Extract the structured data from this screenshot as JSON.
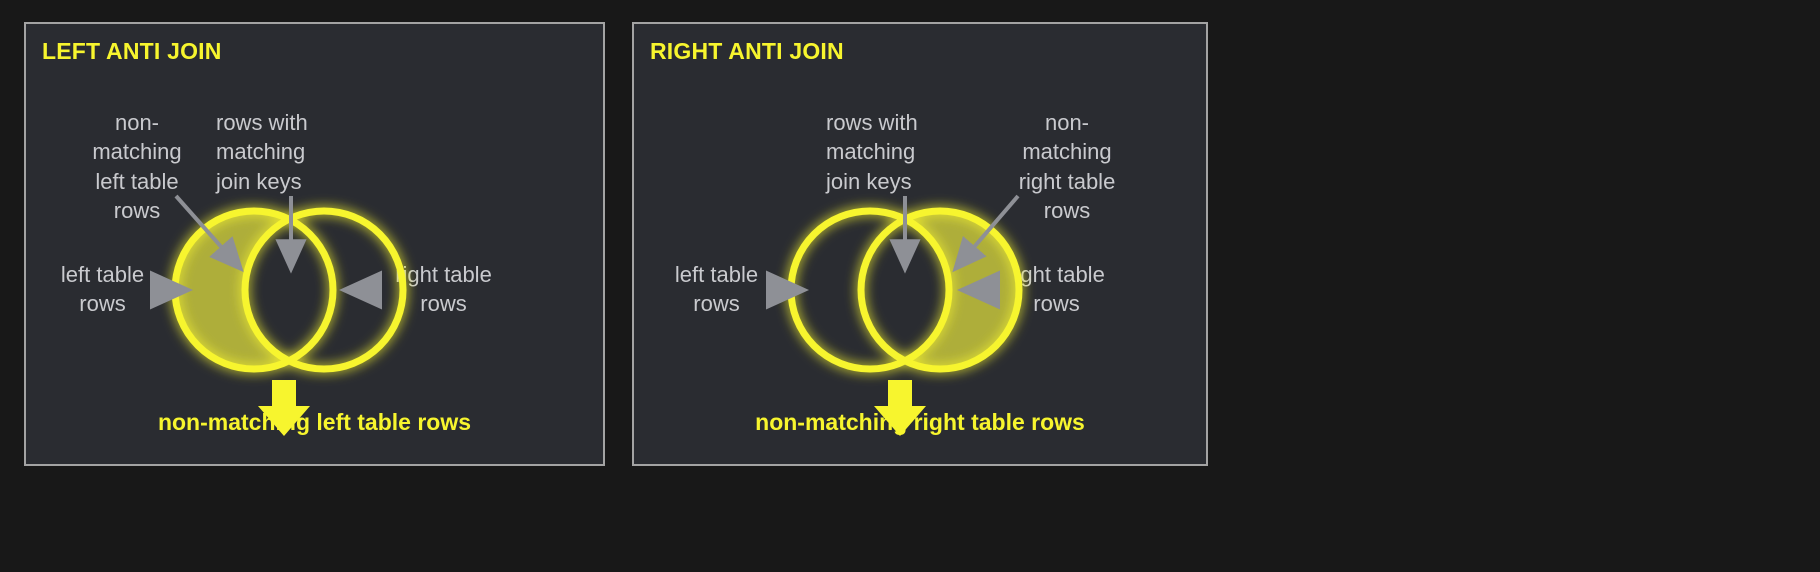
{
  "background_color": "#181818",
  "panel_background": "#2a2c31",
  "panel_border_color": "#a3a3a3",
  "accent_yellow": "#f7f52e",
  "fill_olive": "#aeae3a",
  "annotation_gray": "#c9cace",
  "arrow_gray": "#8e9096",
  "panels": [
    {
      "id": "left-anti-join",
      "title": "LEFT ANTI JOIN",
      "caption": "non-matching left table rows",
      "annotations": {
        "top_left": "non-\nmatching\nleft table\nrows",
        "top_right": "rows with\nmatching\njoin keys",
        "side_left": "left table\nrows",
        "side_right": "right table\nrows"
      },
      "venn": {
        "left_circle_filled": true,
        "right_circle_filled": false,
        "overlap_filled": false,
        "highlighted_region": "left-only"
      }
    },
    {
      "id": "right-anti-join",
      "title": "RIGHT ANTI JOIN",
      "caption": "non-matching right table rows",
      "annotations": {
        "top_left": "rows with\nmatching\njoin keys",
        "top_right": "non-\nmatching\nright table\nrows",
        "side_left": "left table\nrows",
        "side_right": "right table\nrows"
      },
      "venn": {
        "left_circle_filled": false,
        "right_circle_filled": true,
        "overlap_filled": false,
        "highlighted_region": "right-only"
      }
    }
  ],
  "icons": {
    "result_arrow": "down-arrow-icon",
    "pointer": "pointer-arrow-icon"
  }
}
